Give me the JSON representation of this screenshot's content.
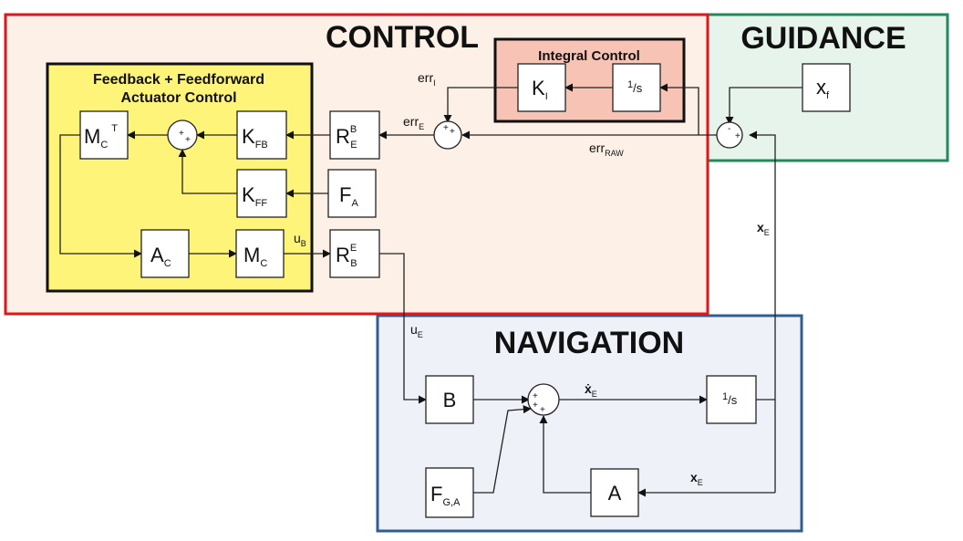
{
  "regions": {
    "control": "CONTROL",
    "guidance": "GUIDANCE",
    "navigation": "NAVIGATION",
    "integral": "Integral Control",
    "actuator_line1": "Feedback + Feedforward",
    "actuator_line2": "Actuator Control"
  },
  "colors": {
    "control_border": "#e0161b",
    "control_fill": "#fdf0e6",
    "guidance_border": "#1f8a5a",
    "guidance_fill": "#e6f4ec",
    "navigation_border": "#2f5e93",
    "navigation_fill": "#eef2f8",
    "integral_fill": "#f7c3b5",
    "actuator_fill": "#fff47a"
  },
  "blocks": {
    "mct": {
      "main": "M",
      "sub": "C",
      "sup": "T"
    },
    "kfb": {
      "main": "K",
      "sub": "FB"
    },
    "kff": {
      "main": "K",
      "sub": "FF"
    },
    "ac": {
      "main": "A",
      "sub": "C"
    },
    "mc": {
      "main": "M",
      "sub": "C"
    },
    "rbe": {
      "main": "R",
      "sup": "B",
      "sub": "E"
    },
    "fa": {
      "main": "F",
      "sub": "A"
    },
    "reb": {
      "main": "R",
      "sup": "E",
      "sub": "B"
    },
    "ki": {
      "main": "K",
      "sub": "I"
    },
    "int_ctrl": {
      "sup": "1",
      "main": "/s"
    },
    "xf": {
      "main": "x",
      "sub": "f"
    },
    "b": {
      "main": "B"
    },
    "fga": {
      "main": "F",
      "sub": "G,A"
    },
    "int_nav": {
      "sup": "1",
      "main": "/s"
    },
    "a": {
      "main": "A"
    }
  },
  "signals": {
    "err_i": {
      "main": "err",
      "sub": "I"
    },
    "err_e": {
      "main": "err",
      "sub": "E"
    },
    "err_raw": {
      "main": "err",
      "sub": "RAW"
    },
    "u_b": {
      "main": "u",
      "sub": "B"
    },
    "u_e": {
      "main": "u",
      "sub": "E"
    },
    "x_e_right": {
      "main": "x",
      "sub": "E"
    },
    "x_e_bottom": {
      "main": "x",
      "sub": "E"
    },
    "xdot_e": {
      "main": "ẋ",
      "sub": "E"
    }
  },
  "signs": {
    "plus": "+",
    "minus": "-"
  }
}
